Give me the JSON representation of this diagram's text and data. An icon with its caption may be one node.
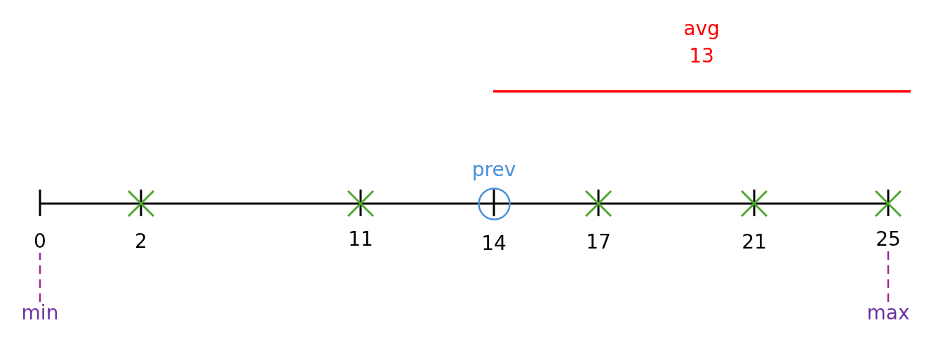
{
  "diagram": {
    "nodes": [
      {
        "text": [
          "0"
        ]
      },
      {
        "text": [
          "25"
        ]
      },
      {
        "text": [
          "min"
        ]
      },
      {
        "text": [
          "max"
        ]
      }
    ],
    "edges": [
      {
        "from": 2,
        "to": 0,
        "arrow": "none",
        "style": "dashed"
      },
      {
        "from": 3,
        "to": 1,
        "arrow": "none",
        "style": "dashed"
      }
    ],
    "labels": [
      "avg 13",
      "prev",
      "2",
      "11",
      "14",
      "17",
      "21"
    ]
  }
}
